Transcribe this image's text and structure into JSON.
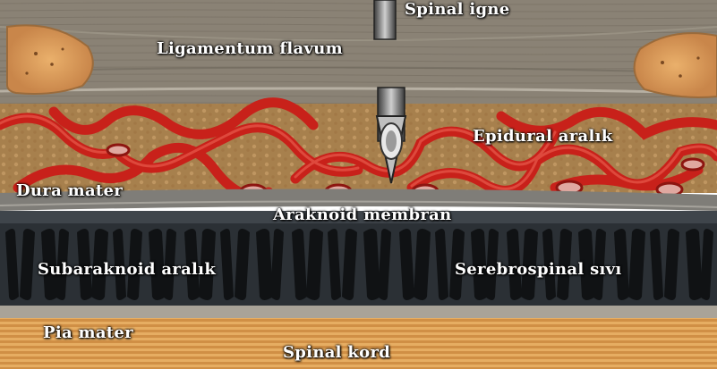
{
  "figure": {
    "labels": {
      "spinal_igne": "Spinal igne",
      "ligamentum_flavum": "Ligamentum flavum",
      "epidural_aralik": "Epidural aralık",
      "dura_mater": "Dura mater",
      "araknoid_membran": "Araknoid membran",
      "subaraknoid_aralik": "Subaraknoid aralık",
      "serebrospinal_sivi": "Serebrospinal sıvı",
      "pia_mater": "Pia mater",
      "spinal_kord": "Spinal kord"
    },
    "colors": {
      "ligament": "#8c8477",
      "vessel": "#c8211a",
      "fat": "#b58a54",
      "dura": "#7f7d78",
      "arachnoid": "#3a3f44",
      "csf_dark": "#111315",
      "pia": "#a9a398",
      "cord": "#e0a457",
      "fat_pad": "#e2a05a"
    }
  }
}
